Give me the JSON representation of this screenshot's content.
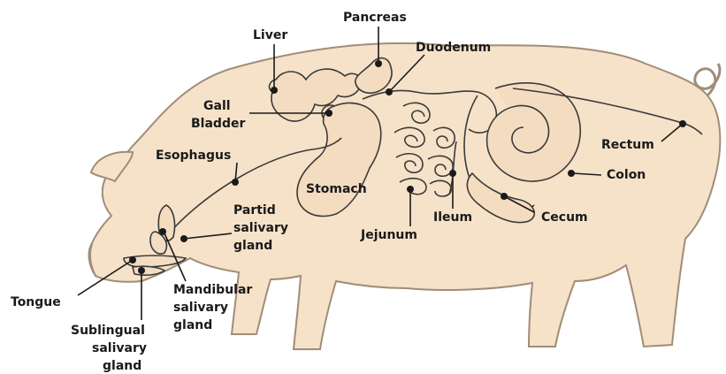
{
  "labels": {
    "liver": "Liver",
    "pancreas": "Pancreas",
    "duodenum": "Duodenum",
    "gall_bladder": [
      "Gall",
      "Bladder"
    ],
    "esophagus": "Esophagus",
    "stomach": "Stomach",
    "rectum": "Rectum",
    "colon": "Colon",
    "ileum": "Ileum",
    "cecum": "Cecum",
    "jejunum": "Jejunum",
    "partid_salivary_gland": [
      "Partid",
      "salivary",
      "gland"
    ],
    "mandibular_salivary_gland": [
      "Mandibular",
      "salivary",
      "gland"
    ],
    "tongue": "Tongue",
    "sublingual_salivary_gland": [
      "Sublingual",
      "salivary",
      "gland"
    ]
  },
  "colors": {
    "body_fill": "#f6e2c8",
    "outline": "#a08d78",
    "organ_fill": "#f3dcc0",
    "organ_stroke": "#3a3a3a",
    "leader": "#1a1a1a"
  }
}
